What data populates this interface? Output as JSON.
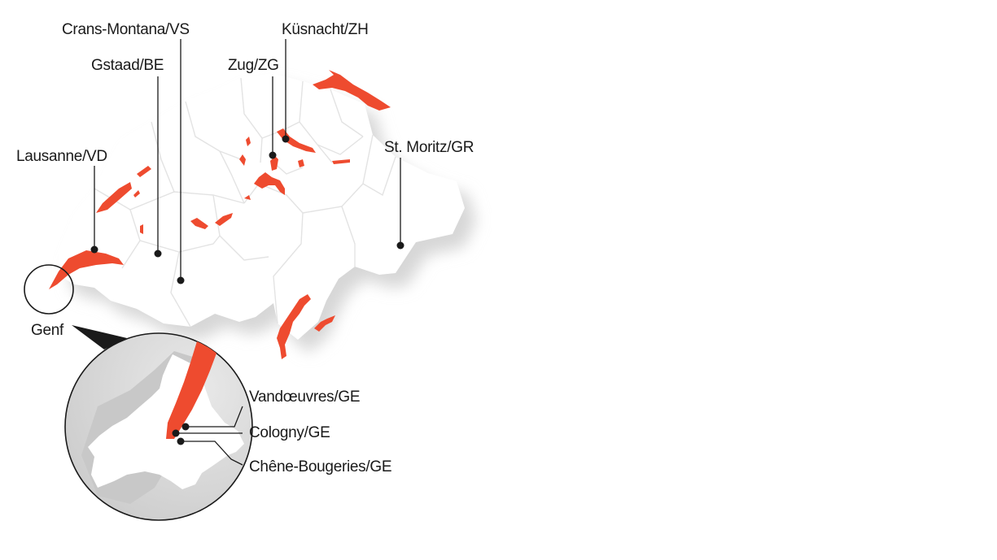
{
  "map": {
    "labels": {
      "crans_montana": "Crans-Montana/VS",
      "kusnacht": "Küsnacht/ZH",
      "gstaad": "Gstaad/BE",
      "zug": "Zug/ZG",
      "lausanne": "Lausanne/VD",
      "st_moritz": "St. Moritz/GR",
      "genf": "Genf"
    },
    "inset": {
      "vandoeuvres": "Vandœuvres/GE",
      "cologny": "Cologny/GE",
      "chene_bougeries": "Chêne-Bougeries/GE"
    }
  },
  "colors": {
    "lake": "#ee4b2f",
    "land": "#ffffff",
    "border": "#e3e3e3",
    "shadow": "#d4d4d4",
    "inset_bg": "#d9d9d9",
    "marker": "#1a1a1a"
  }
}
